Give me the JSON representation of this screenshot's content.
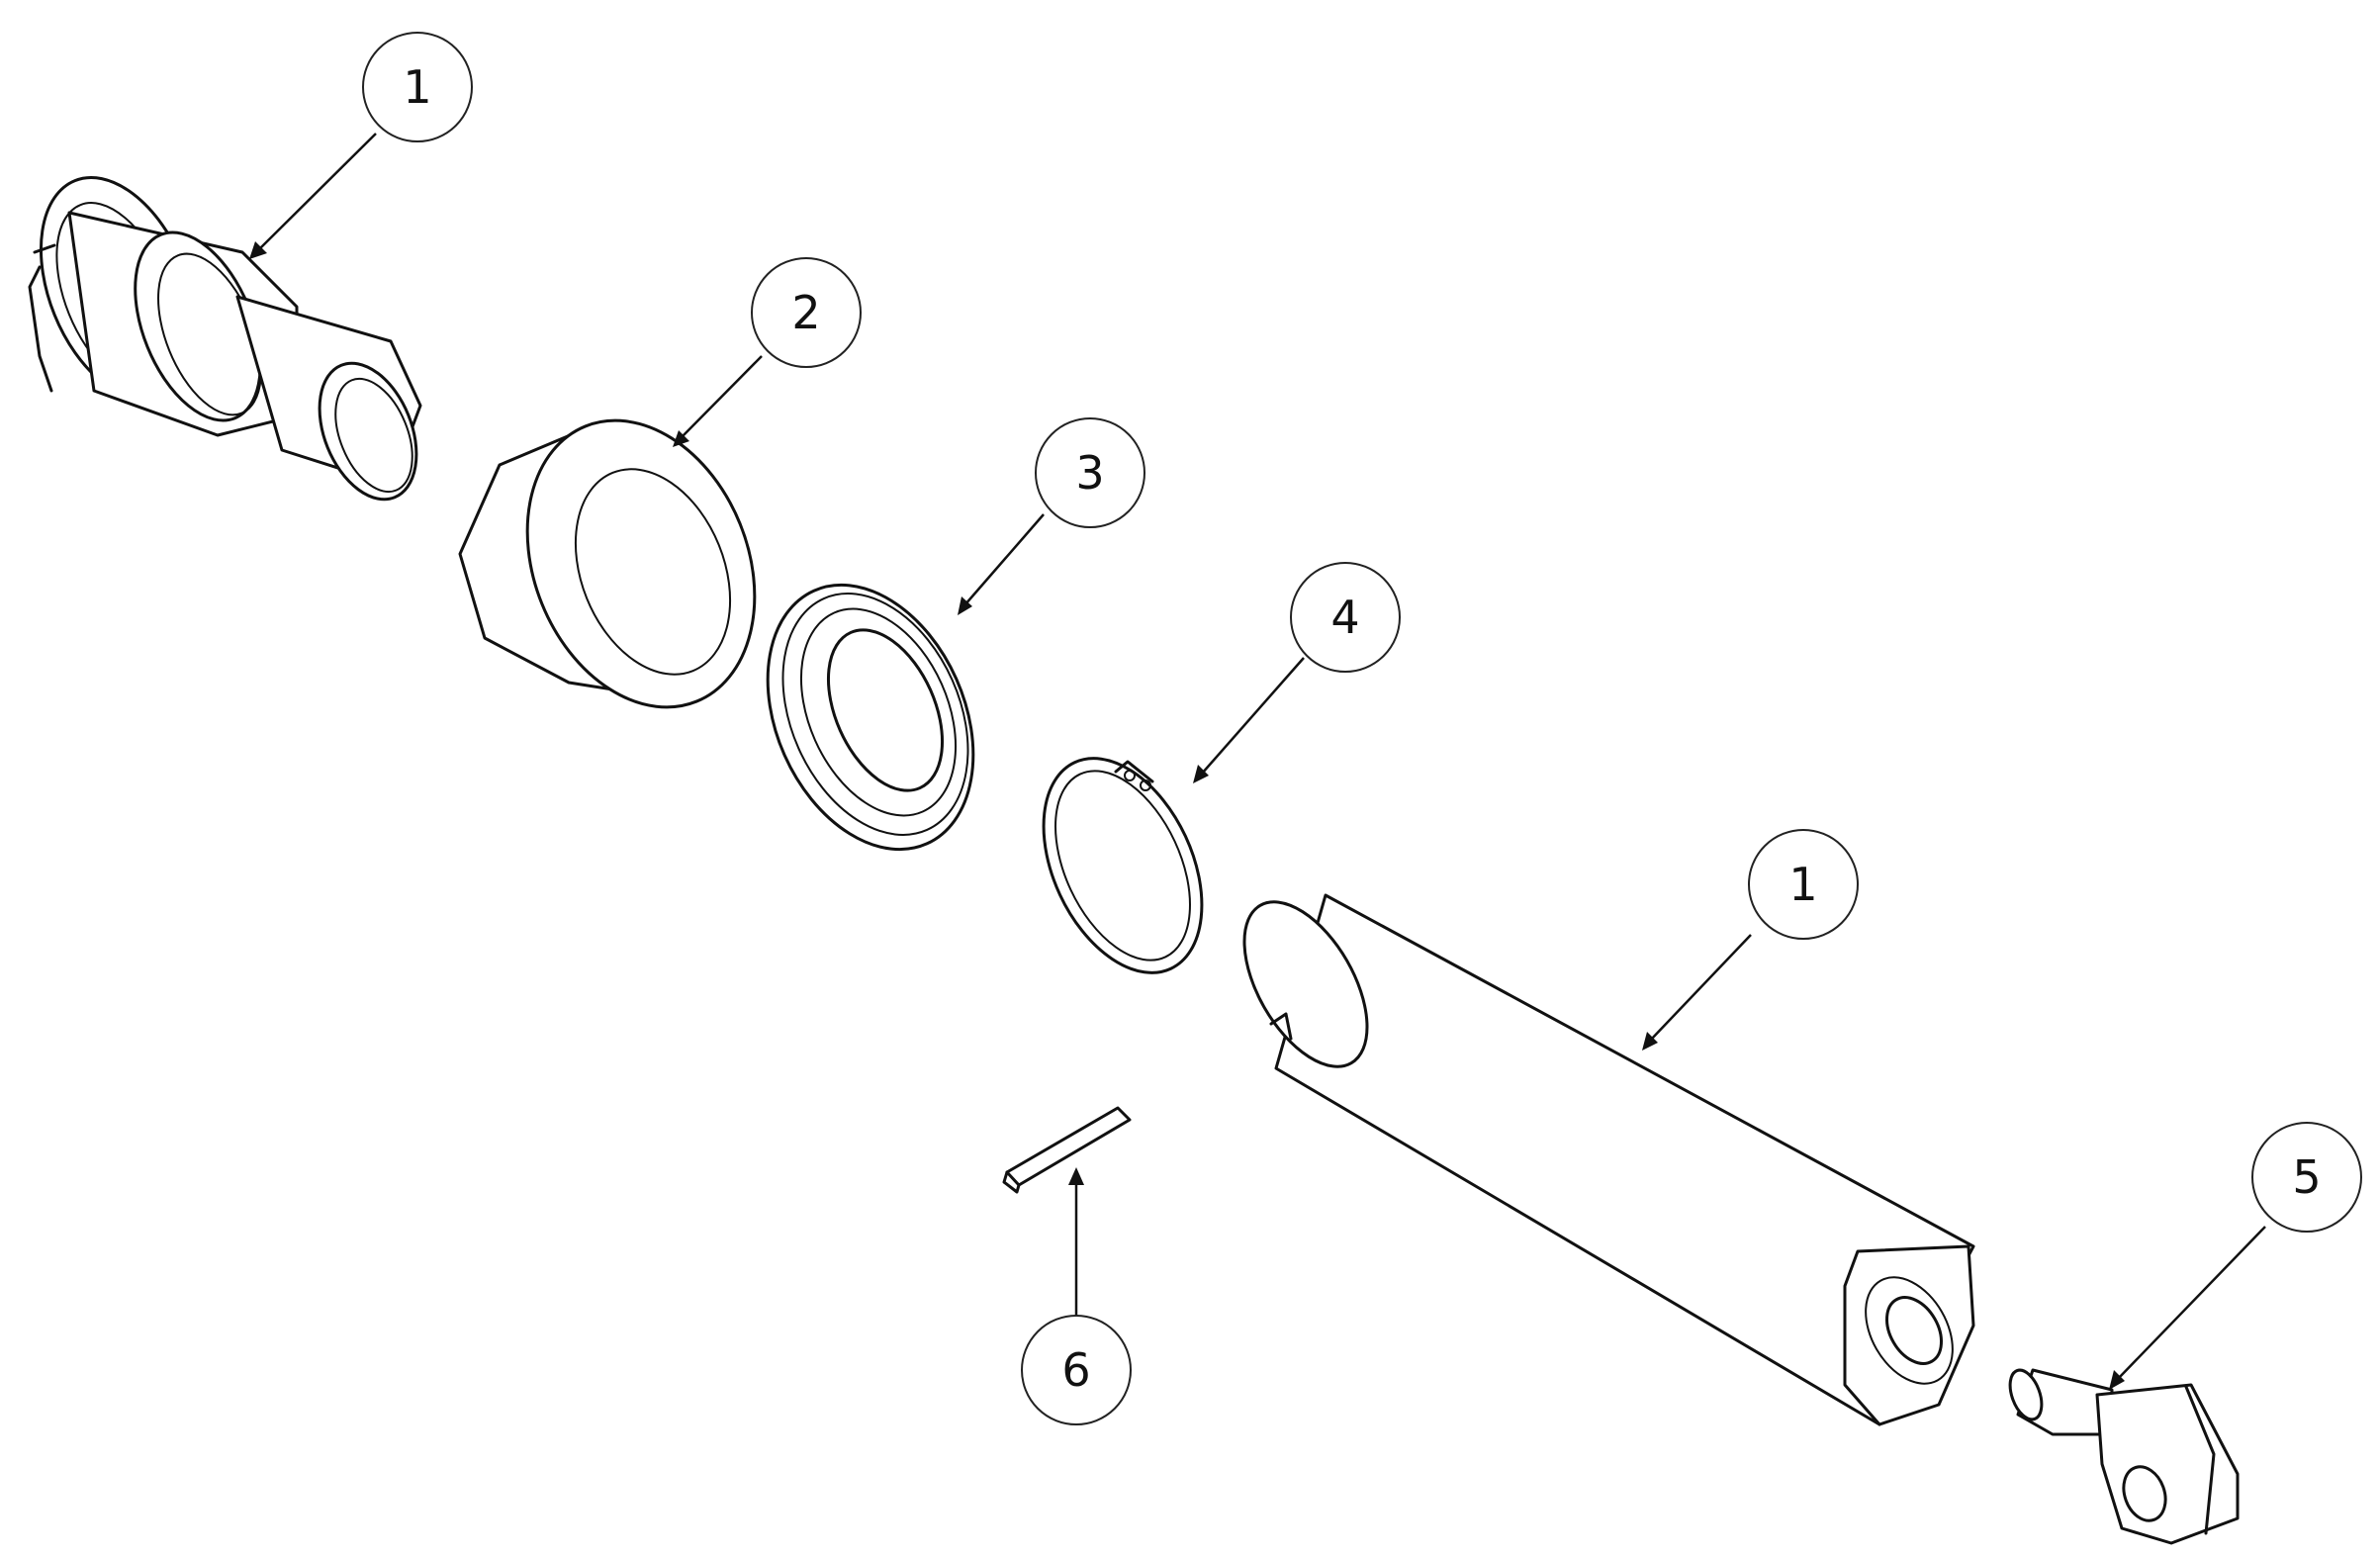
{
  "balloons": {
    "b1_top": "1",
    "b2": "2",
    "b3": "3",
    "b4": "4",
    "b1_right": "1",
    "b5": "5",
    "b6": "6"
  },
  "colors": {
    "line": "#111111",
    "background": "#ffffff"
  }
}
